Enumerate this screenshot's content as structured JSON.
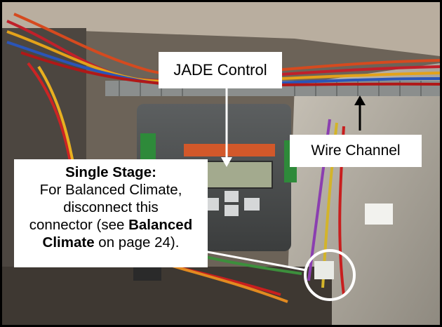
{
  "photo": {
    "description_icon": "hvac-control-board-photo"
  },
  "callouts": {
    "jade_control": "JADE Control",
    "wire_channel": "Wire Channel",
    "single_stage": {
      "title": "Single Stage:",
      "line1": "For Balanced Climate,",
      "line2": "disconnect this",
      "line3_a": "connector (see ",
      "line3_bold": "Balanced",
      "line4_bold": "Climate",
      "line4_b": " on page 24)."
    }
  },
  "colors": {
    "accent_arrow": "#000000",
    "annotation_line": "#ffffff",
    "highlight_circle": "#ffffff"
  }
}
